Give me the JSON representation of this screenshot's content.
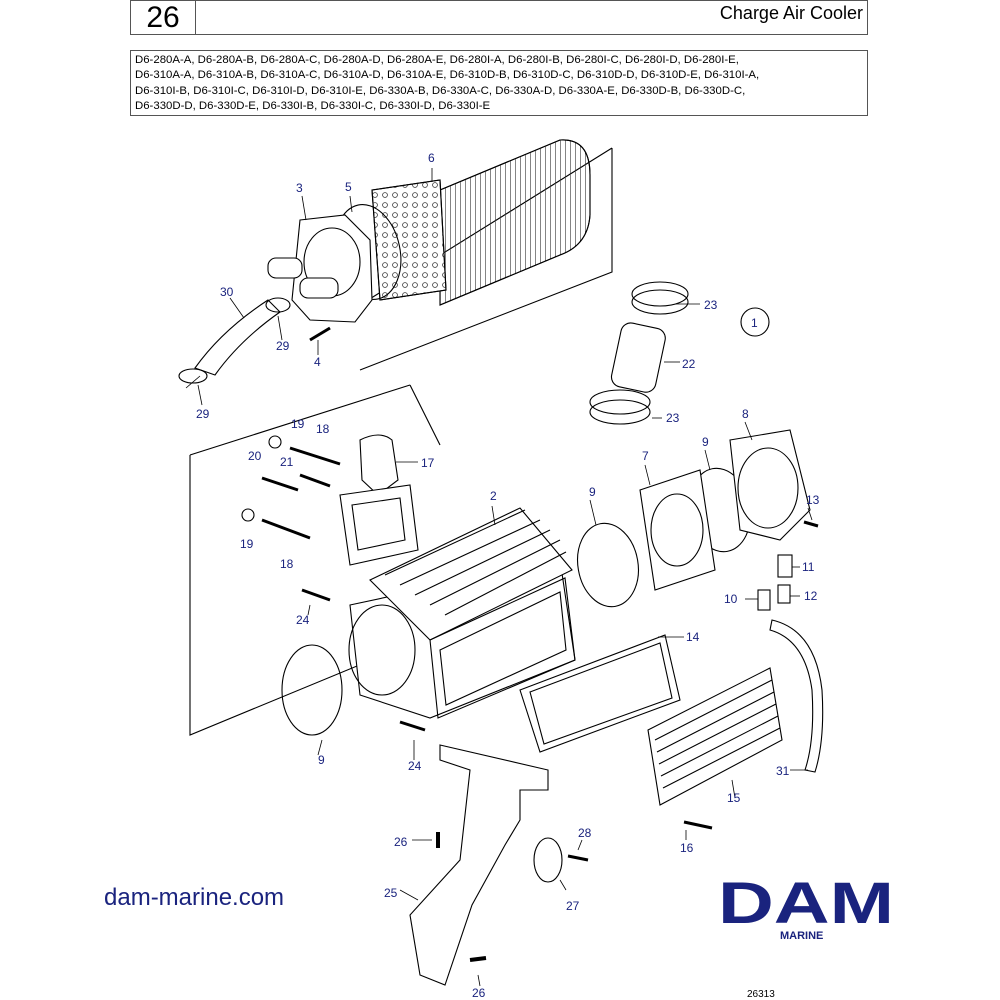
{
  "header": {
    "section_number": "26",
    "title": "Charge Air Cooler"
  },
  "models": [
    "D6-280A-A, D6-280A-B, D6-280A-C, D6-280A-D, D6-280A-E, D6-280I-A, D6-280I-B, D6-280I-C, D6-280I-D, D6-280I-E,",
    "D6-310A-A, D6-310A-B, D6-310A-C, D6-310A-D, D6-310A-E, D6-310D-B, D6-310D-C, D6-310D-D, D6-310D-E, D6-310I-A,",
    "D6-310I-B, D6-310I-C, D6-310I-D, D6-310I-E, D6-330A-B, D6-330A-C, D6-330A-D, D6-330A-E, D6-330D-B, D6-330D-C,",
    "D6-330D-D, D6-330D-E, D6-330I-B, D6-330I-C, D6-330I-D, D6-330I-E"
  ],
  "callouts": {
    "c1": "1",
    "c2": "2",
    "c3": "3",
    "c4": "4",
    "c5": "5",
    "c6": "6",
    "c7": "7",
    "c8": "8",
    "c9a": "9",
    "c9b": "9",
    "c9c": "9",
    "c10": "10",
    "c11": "11",
    "c12": "12",
    "c13": "13",
    "c14": "14",
    "c15": "15",
    "c16": "16",
    "c17": "17",
    "c18a": "18",
    "c18b": "18",
    "c19a": "19",
    "c19b": "19",
    "c20": "20",
    "c21": "21",
    "c22": "22",
    "c23a": "23",
    "c23b": "23",
    "c24a": "24",
    "c24b": "24",
    "c25": "25",
    "c26a": "26",
    "c26b": "26",
    "c27": "27",
    "c28": "28",
    "c29a": "29",
    "c29b": "29",
    "c30": "30",
    "c31": "31"
  },
  "footer": {
    "website": "dam-marine.com",
    "logo_text": "DAM",
    "logo_subtext": "MARINE",
    "drawing_id": "26313"
  },
  "colors": {
    "callout": "#1a237e",
    "logo": "#1a237e",
    "line": "#000000"
  }
}
